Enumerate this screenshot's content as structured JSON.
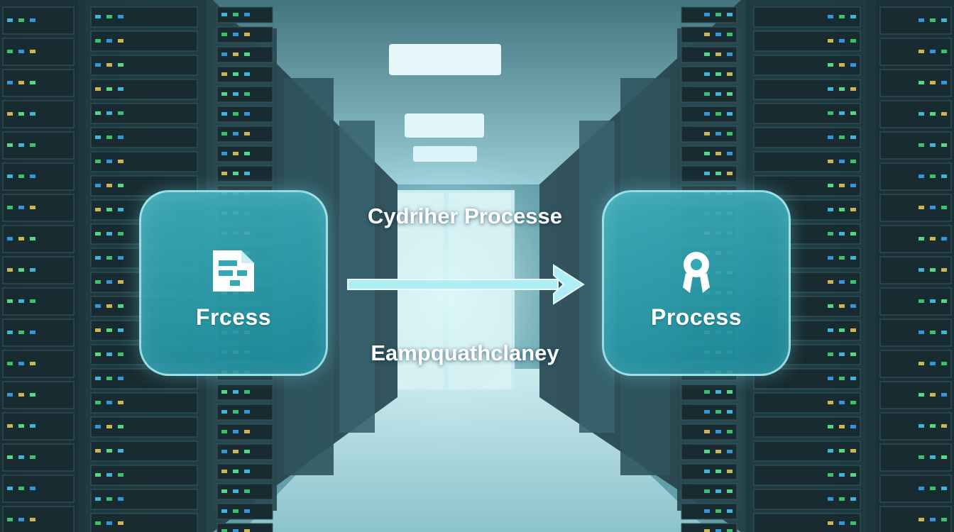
{
  "diagram": {
    "left_node": {
      "label": "Frcess",
      "icon": "document-icon"
    },
    "right_node": {
      "label": "Process",
      "icon": "ribbon-badge-icon"
    },
    "edge_top_label": "Cydriher Processe",
    "edge_bottom_label": "Eampquathclaney"
  },
  "colors": {
    "node_fill": "#33a9b8",
    "node_border": "#bef5fa",
    "arrow": "#9fe9f2",
    "scene_tint": "#7fc3cf"
  }
}
